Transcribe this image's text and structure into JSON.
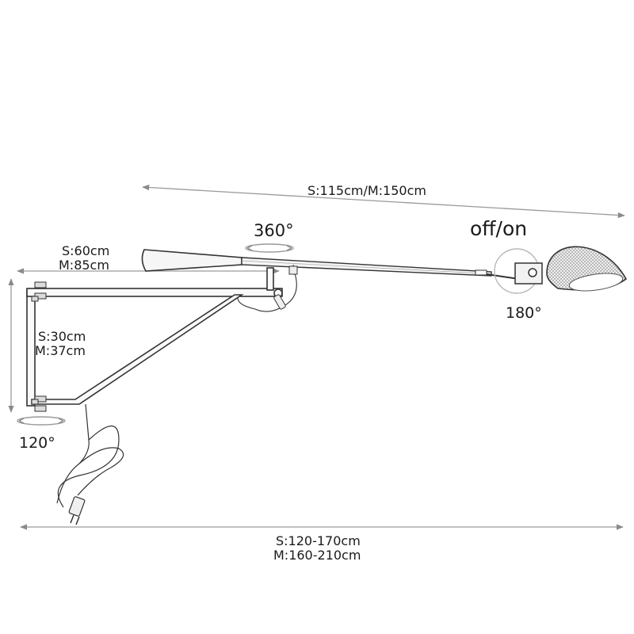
{
  "dimensions": {
    "overall_arm_length": "S:115cm/M:150cm",
    "bracket_arm": {
      "small": "S:60cm",
      "medium": "M:85cm"
    },
    "bracket_height": {
      "small": "S:30cm",
      "medium": "M:37cm"
    },
    "total_span": {
      "small": "S:120-170cm",
      "medium": "M:160-210cm"
    }
  },
  "rotations": {
    "arm_swivel": "360°",
    "shade_tilt": "180°",
    "wall_pivot": "120°"
  },
  "switch_label": "off/on"
}
